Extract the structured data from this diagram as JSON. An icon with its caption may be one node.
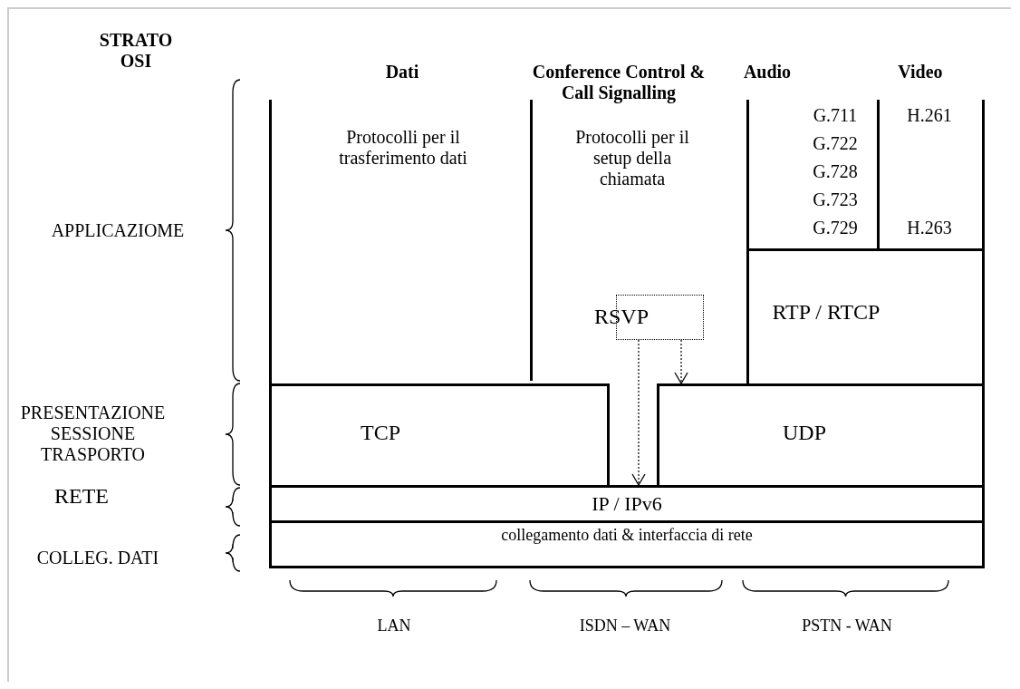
{
  "diagram": {
    "nodes": [
      {
        "text": [
          "Dati",
          "Protocolli per il trasferimento dati"
        ]
      },
      {
        "text": [
          "Conference Control & Call Signalling",
          "Protocolli per il setup della chiamata"
        ]
      },
      {
        "text": [
          "Audio",
          "G.711",
          "G.722",
          "G.728",
          "G.723",
          "G.729"
        ]
      },
      {
        "text": [
          "Video",
          "H.261",
          "H.263"
        ]
      },
      {
        "text": [
          "RTP / RTCP"
        ]
      },
      {
        "text": [
          "RSVP"
        ],
        "in": 1
      },
      {
        "text": [
          "TCP"
        ]
      },
      {
        "text": [
          "UDP"
        ]
      },
      {
        "text": [
          "IP / IPv6"
        ]
      },
      {
        "text": [
          "collegamento dati & interfaccia di rete"
        ]
      }
    ],
    "edges": [
      {
        "from": 5,
        "to": 8,
        "arrow": "to",
        "style": "dashed"
      },
      {
        "from": 5,
        "to": 7,
        "arrow": "to",
        "style": "dashed"
      }
    ],
    "labels": [
      "STRATO OSI",
      "APPLICAZIOME",
      "PRESENTAZIONE SESSIONE TRASPORTO",
      "RETE",
      "COLLEG. DATI",
      "LAN",
      "ISDN – WAN",
      "PSTN - WAN"
    ]
  }
}
